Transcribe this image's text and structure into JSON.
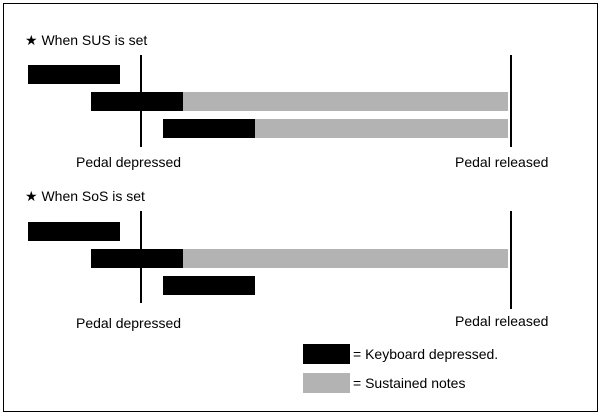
{
  "colors": {
    "frame": "#000000",
    "key": "#000000",
    "sustain": "#b3b3b3",
    "pedal_line": "#000000",
    "text": "#000000"
  },
  "sections": [
    {
      "title": "★ When SUS is set",
      "pedal_down_label": "Pedal depressed",
      "pedal_up_label": "Pedal released",
      "notes": [
        {
          "key_start": 0.0,
          "key_end": 0.92,
          "sustain_end": null
        },
        {
          "key_start": 0.63,
          "key_end": 1.55,
          "sustain_end": 4.8
        },
        {
          "key_start": 1.35,
          "key_end": 2.27,
          "sustain_end": 4.8
        }
      ]
    },
    {
      "title": "★ When SoS is set",
      "pedal_down_label": "Pedal depressed",
      "pedal_up_label": "Pedal released",
      "notes": [
        {
          "key_start": 0.0,
          "key_end": 0.92,
          "sustain_end": null
        },
        {
          "key_start": 0.63,
          "key_end": 1.55,
          "sustain_end": 4.8
        },
        {
          "key_start": 1.35,
          "key_end": 2.27,
          "sustain_end": null
        }
      ]
    }
  ],
  "pedal_down_time": 1.13,
  "pedal_up_time": 4.8,
  "legend": {
    "key_label": "= Keyboard depressed.",
    "sustain_label": "= Sustained notes"
  }
}
